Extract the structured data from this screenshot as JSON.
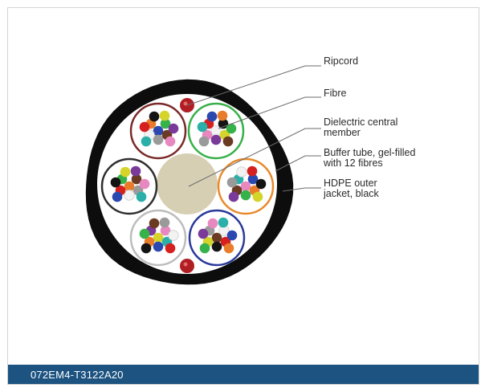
{
  "labels": {
    "ripcord": "Ripcord",
    "fibre": "Fibre",
    "central_member": "Dielectric central\nmember",
    "buffer_tube": "Buffer tube, gel-filled\nwith 12 fibres",
    "outer_jacket": "HDPE outer\njacket, black"
  },
  "footer": {
    "code": "072EM4-T3122A20"
  },
  "colors": {
    "jacket": "#0d0d0d",
    "central_member": "#d6cfb4",
    "ripcord": "#b01e24",
    "leader_line": "#6b6b6b",
    "footer_bg": "#1c5381",
    "tube_colors": [
      "#7a2a2a",
      "#39b04a",
      "#e88a2c",
      "#2a3a9a",
      "#bdbdbd",
      "#2f2f2f"
    ],
    "fibre_colors": [
      "#2a48b0",
      "#e87c2a",
      "#36b24a",
      "#6b3a22",
      "#9a9a9a",
      "#f2f2f2",
      "#d62020",
      "#141414",
      "#d4d42a",
      "#7a3a9a",
      "#e888c0",
      "#2ab0a8"
    ]
  }
}
